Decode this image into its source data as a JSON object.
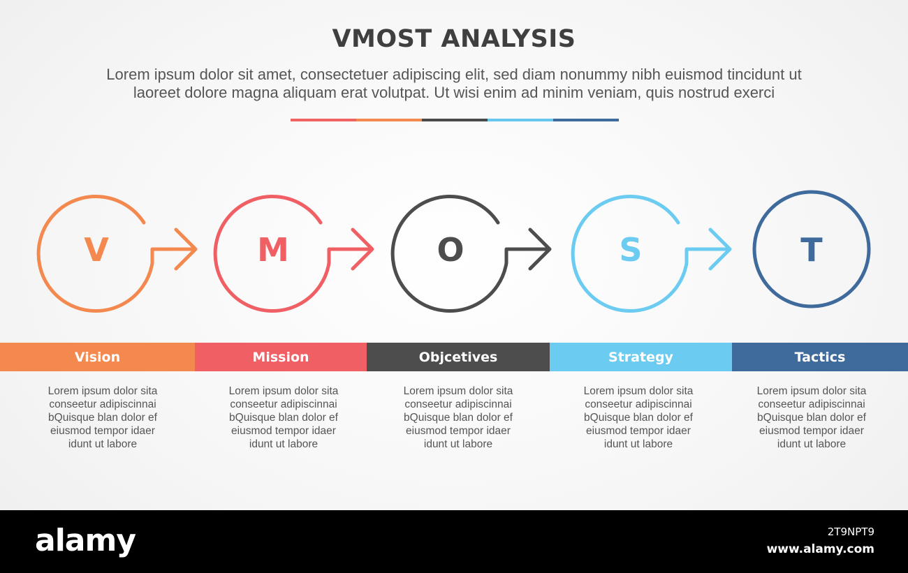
{
  "title": "VMOST ANALYSIS",
  "description": {
    "line1": "Lorem ipsum dolor sit amet, consectetuer adipiscing elit, sed diam nonummy nibh euismod tincidunt ut",
    "line2": "laoreet dolore magna aliquam erat volutpat. Ut wisi enim ad minim veniam, quis nostrud exerci"
  },
  "divider_colors": [
    "#ef6363",
    "#f4894f",
    "#4a4a4a",
    "#66c6ec",
    "#3e6a9c"
  ],
  "steps": [
    {
      "letter": "V",
      "label": "Vision",
      "color": "#f4894f",
      "has_arrow": true,
      "text": [
        "Lorem ipsum dolor sita",
        "conseetur adipiscinnai",
        "bQuisque blan dolor ef",
        "eiusmod tempor idaer",
        "idunt ut labore"
      ]
    },
    {
      "letter": "M",
      "label": "Mission",
      "color": "#ef5f64",
      "has_arrow": true,
      "text": [
        "Lorem ipsum dolor sita",
        "conseetur adipiscinnai",
        "bQuisque blan dolor ef",
        "eiusmod tempor idaer",
        "idunt ut labore"
      ]
    },
    {
      "letter": "O",
      "label": "Objcetives",
      "color": "#4d4d4d",
      "has_arrow": true,
      "text": [
        "Lorem ipsum dolor sita",
        "conseetur adipiscinnai",
        "bQuisque blan dolor ef",
        "eiusmod tempor idaer",
        "idunt ut labore"
      ]
    },
    {
      "letter": "S",
      "label": "Strategy",
      "color": "#6ccbf0",
      "has_arrow": true,
      "text": [
        "Lorem ipsum dolor sita",
        "conseetur adipiscinnai",
        "bQuisque blan dolor ef",
        "eiusmod tempor idaer",
        "idunt ut labore"
      ]
    },
    {
      "letter": "T",
      "label": "Tactics",
      "color": "#3e6a9c",
      "has_arrow": false,
      "text": [
        "Lorem ipsum dolor sita",
        "conseetur adipiscinnai",
        "bQuisque blan dolor ef",
        "eiusmod tempor idaer",
        "idunt ut labore"
      ]
    }
  ],
  "footer": {
    "logo": "alamy",
    "image_id": "2T9NPT9",
    "site": "www.alamy.com"
  }
}
